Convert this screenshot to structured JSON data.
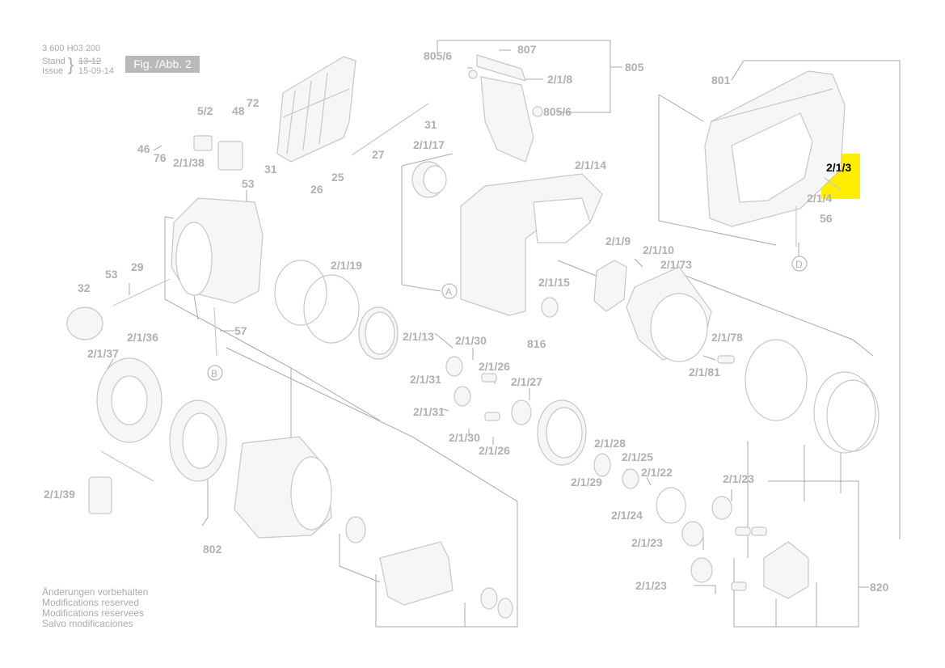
{
  "header": {
    "part_number": "3 600 H03 200",
    "stand_label": "Stand",
    "stand_value": "13-12",
    "issue_label": "Issue",
    "issue_value": "15-09-14",
    "figure_label": "Fig. /Abb. 2"
  },
  "notes": [
    "Änderungen vorbehalten",
    "Modifications reserved",
    "Modifications reservees",
    "Salvo modificaciones"
  ],
  "highlight_color": "#ffee00",
  "highlighted_label": "2/1/3",
  "part_labels": [
    "805/6",
    "807",
    "805",
    "2/1/8",
    "805/6",
    "801",
    "2/1/3",
    "2/1/4",
    "56",
    "D",
    "5/2",
    "48",
    "72",
    "31",
    "46",
    "76",
    "2/1/38",
    "27",
    "31",
    "25",
    "26",
    "53",
    "2/1/17",
    "2/1/14",
    "2/1/9",
    "2/1/10",
    "2/1/73",
    "A",
    "2/1/15",
    "816",
    "53",
    "29",
    "32",
    "2/1/19",
    "57",
    "B",
    "2/1/36",
    "2/1/37",
    "2/1/13",
    "2/1/30",
    "2/1/31",
    "2/1/26",
    "2/1/27",
    "2/1/31",
    "2/1/30",
    "2/1/26",
    "2/1/78",
    "2/1/81",
    "2/1/28",
    "2/1/25",
    "2/1/29",
    "2/1/22",
    "2/1/24",
    "2/1/23",
    "2/1/23",
    "2/1/23",
    "2/1/39",
    "802",
    "820"
  ]
}
